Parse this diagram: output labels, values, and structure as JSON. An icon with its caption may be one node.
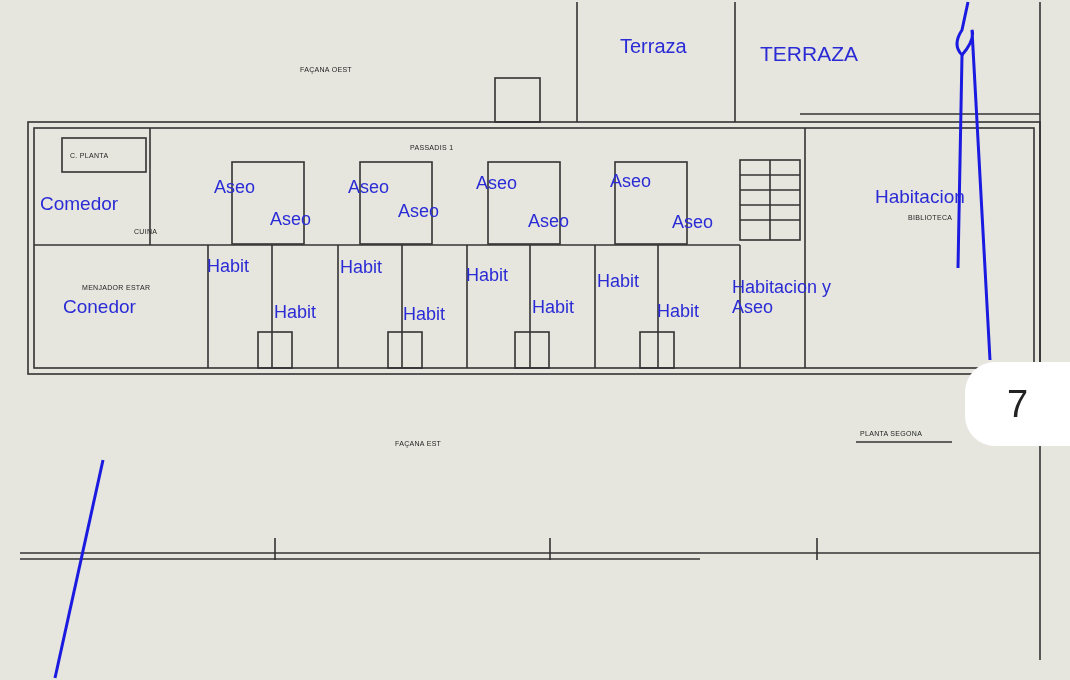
{
  "diagram": {
    "labels": [
      "Terraza",
      "TERRAZA",
      "FAÇANA OEST",
      "PASSADIS 1",
      "C. PLANTA",
      "Aseo",
      "Aseo",
      "Aseo",
      "Aseo",
      "Comedor",
      "Aseo",
      "Aseo",
      "Aseo",
      "Aseo",
      "Habitacion",
      "BIBLIOTECA",
      "CUINA",
      "Habit",
      "Habit",
      "Habit",
      "Habit",
      "Habitacion y Aseo",
      "MENJADOR ESTAR",
      "Conedor",
      "Habit",
      "Habit",
      "Habit",
      "Habit",
      "7",
      "FAÇANA EST",
      "PLANTA SEGONA"
    ]
  }
}
